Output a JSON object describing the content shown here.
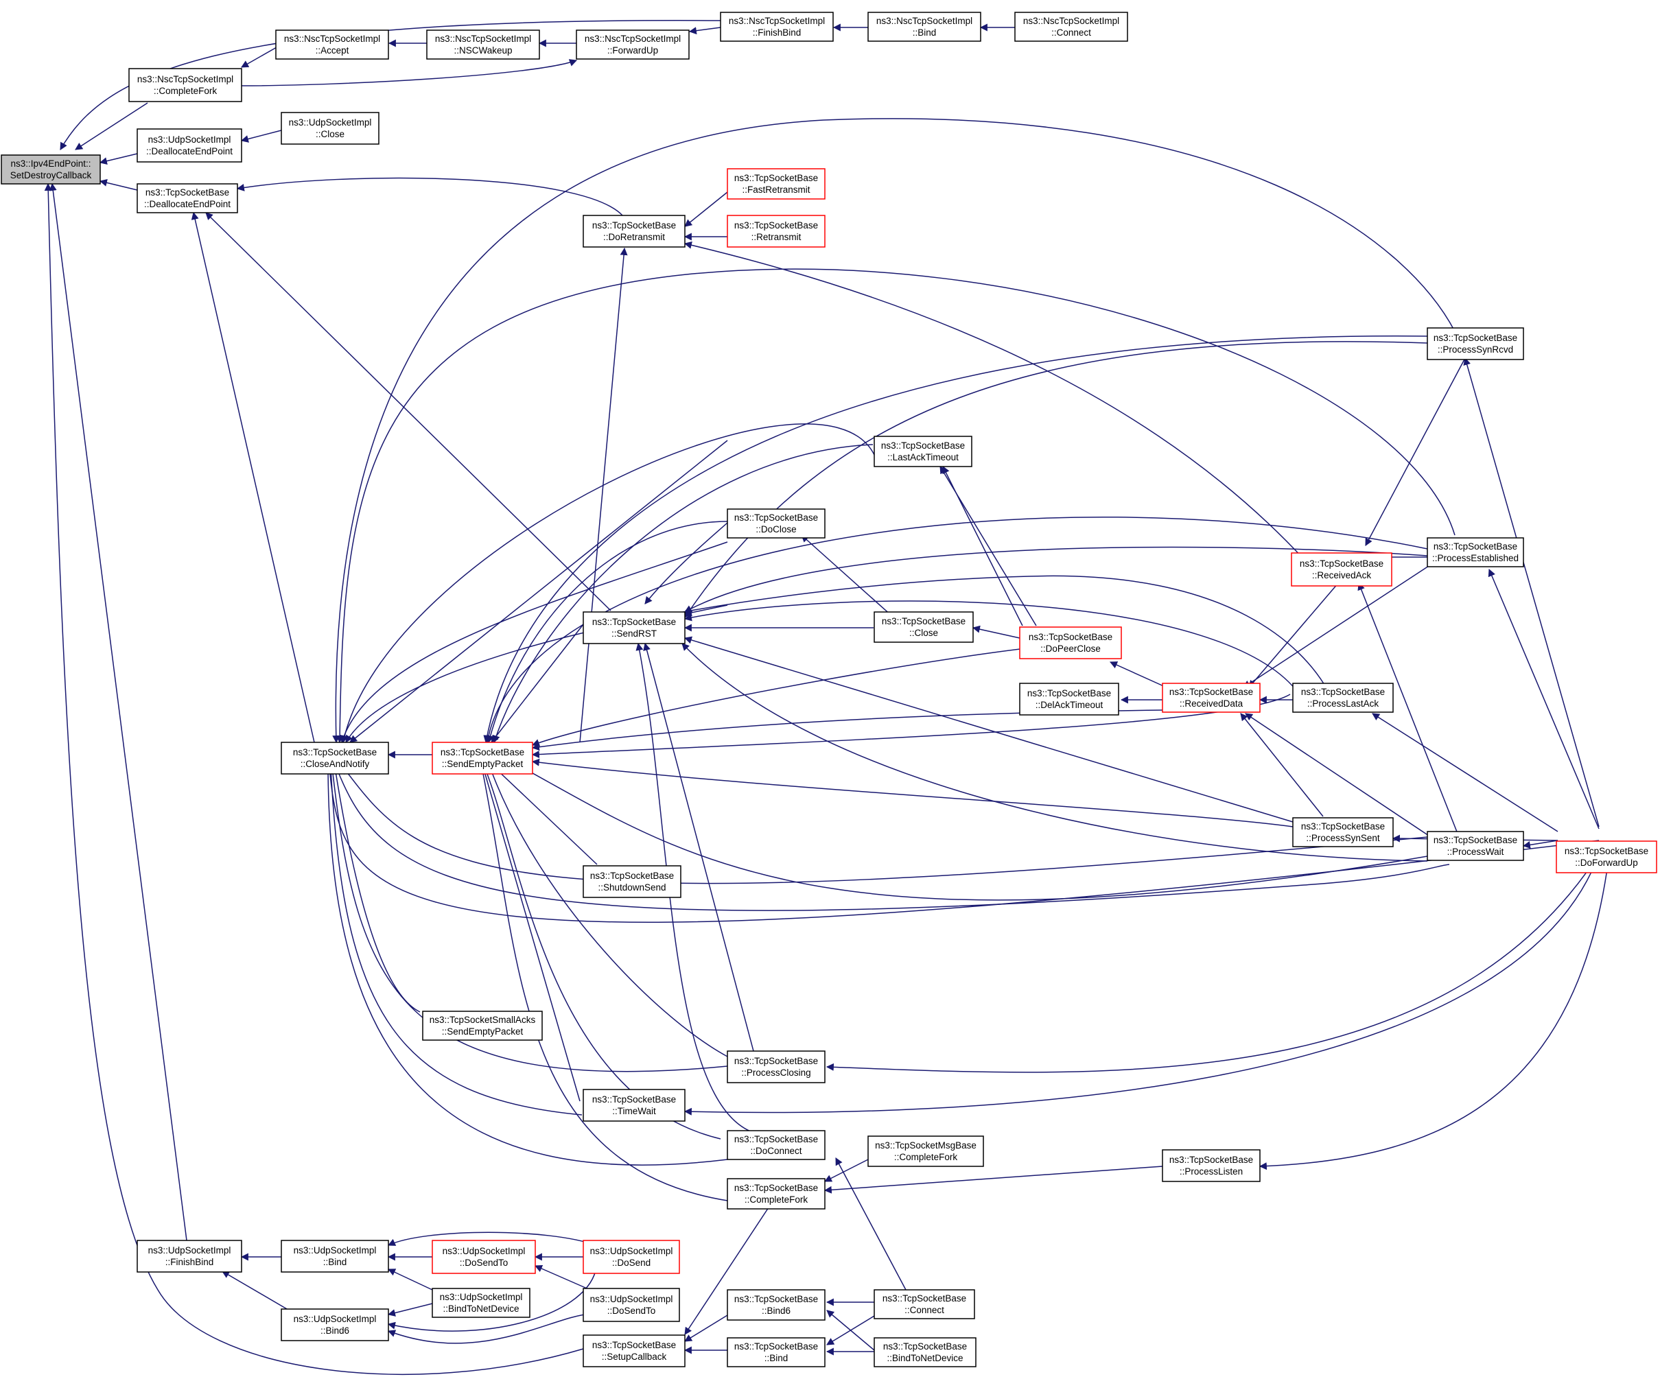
{
  "colors": {
    "edge": "#191970",
    "node_border": "#000000",
    "node_border_red": "#ff0000",
    "root_fill": "#bfbfbf",
    "node_fill": "#ffffff"
  },
  "nodes": {
    "root": {
      "line1": "ns3::Ipv4EndPoint::",
      "line2": "SetDestroyCallback"
    },
    "nsc_complete_fork": {
      "line1": "ns3::NscTcpSocketImpl",
      "line2": "::CompleteFork"
    },
    "udp_dealloc": {
      "line1": "ns3::UdpSocketImpl",
      "line2": "::DeallocateEndPoint"
    },
    "tcp_dealloc": {
      "line1": "ns3::TcpSocketBase",
      "line2": "::DeallocateEndPoint"
    },
    "close_and_notify": {
      "line1": "ns3::TcpSocketBase",
      "line2": "::CloseAndNotify"
    },
    "udp_finish_bind": {
      "line1": "ns3::UdpSocketImpl",
      "line2": "::FinishBind"
    },
    "nsc_accept": {
      "line1": "ns3::NscTcpSocketImpl",
      "line2": "::Accept"
    },
    "udp_close": {
      "line1": "ns3::UdpSocketImpl",
      "line2": "::Close"
    },
    "udp_bind": {
      "line1": "ns3::UdpSocketImpl",
      "line2": "::Bind"
    },
    "udp_bind6": {
      "line1": "ns3::UdpSocketImpl",
      "line2": "::Bind6"
    },
    "nsc_wakeup": {
      "line1": "ns3::NscTcpSocketImpl",
      "line2": "::NSCWakeup"
    },
    "send_empty_packet": {
      "line1": "ns3::TcpSocketBase",
      "line2": "::SendEmptyPacket"
    },
    "small_acks_send_empty": {
      "line1": "ns3::TcpSocketSmallAcks",
      "line2": "::SendEmptyPacket"
    },
    "udp_dosendto": {
      "line1": "ns3::UdpSocketImpl",
      "line2": "::DoSendTo"
    },
    "udp_bind_to_net_device": {
      "line1": "ns3::UdpSocketImpl",
      "line2": "::BindToNetDevice"
    },
    "nsc_forward_up": {
      "line1": "ns3::NscTcpSocketImpl",
      "line2": "::ForwardUp"
    },
    "do_retransmit": {
      "line1": "ns3::TcpSocketBase",
      "line2": "::DoRetransmit"
    },
    "send_rst": {
      "line1": "ns3::TcpSocketBase",
      "line2": "::SendRST"
    },
    "shutdown_send": {
      "line1": "ns3::TcpSocketBase",
      "line2": "::ShutdownSend"
    },
    "time_wait": {
      "line1": "ns3::TcpSocketBase",
      "line2": "::TimeWait"
    },
    "udp_dosend": {
      "line1": "ns3::UdpSocketImpl",
      "line2": "::DoSend"
    },
    "udp_dosendto2": {
      "line1": "ns3::UdpSocketImpl",
      "line2": "::DoSendTo"
    },
    "setup_callback": {
      "line1": "ns3::TcpSocketBase",
      "line2": "::SetupCallback"
    },
    "nsc_finish_bind": {
      "line1": "ns3::NscTcpSocketImpl",
      "line2": "::FinishBind"
    },
    "fast_retransmit": {
      "line1": "ns3::TcpSocketBase",
      "line2": "::FastRetransmit"
    },
    "retransmit": {
      "line1": "ns3::TcpSocketBase",
      "line2": "::Retransmit"
    },
    "do_close": {
      "line1": "ns3::TcpSocketBase",
      "line2": "::DoClose"
    },
    "process_closing": {
      "line1": "ns3::TcpSocketBase",
      "line2": "::ProcessClosing"
    },
    "do_connect": {
      "line1": "ns3::TcpSocketBase",
      "line2": "::DoConnect"
    },
    "complete_fork": {
      "line1": "ns3::TcpSocketBase",
      "line2": "::CompleteFork"
    },
    "tcp_bind6": {
      "line1": "ns3::TcpSocketBase",
      "line2": "::Bind6"
    },
    "tcp_bind": {
      "line1": "ns3::TcpSocketBase",
      "line2": "::Bind"
    },
    "nsc_bind": {
      "line1": "ns3::NscTcpSocketImpl",
      "line2": "::Bind"
    },
    "last_ack_timeout": {
      "line1": "ns3::TcpSocketBase",
      "line2": "::LastAckTimeout"
    },
    "tcp_close": {
      "line1": "ns3::TcpSocketBase",
      "line2": "::Close"
    },
    "msg_complete_fork": {
      "line1": "ns3::TcpSocketMsgBase",
      "line2": "::CompleteFork"
    },
    "tcp_connect": {
      "line1": "ns3::TcpSocketBase",
      "line2": "::Connect"
    },
    "tcp_bind_to_net_device": {
      "line1": "ns3::TcpSocketBase",
      "line2": "::BindToNetDevice"
    },
    "nsc_connect": {
      "line1": "ns3::NscTcpSocketImpl",
      "line2": "::Connect"
    },
    "do_peer_close": {
      "line1": "ns3::TcpSocketBase",
      "line2": "::DoPeerClose"
    },
    "del_ack_timeout": {
      "line1": "ns3::TcpSocketBase",
      "line2": "::DelAckTimeout"
    },
    "received_ack": {
      "line1": "ns3::TcpSocketBase",
      "line2": "::ReceivedAck"
    },
    "received_data": {
      "line1": "ns3::TcpSocketBase",
      "line2": "::ReceivedData"
    },
    "process_listen": {
      "line1": "ns3::TcpSocketBase",
      "line2": "::ProcessListen"
    },
    "process_syn_rcvd": {
      "line1": "ns3::TcpSocketBase",
      "line2": "::ProcessSynRcvd"
    },
    "process_established": {
      "line1": "ns3::TcpSocketBase",
      "line2": "::ProcessEstablished"
    },
    "process_last_ack": {
      "line1": "ns3::TcpSocketBase",
      "line2": "::ProcessLastAck"
    },
    "process_syn_sent": {
      "line1": "ns3::TcpSocketBase",
      "line2": "::ProcessSynSent"
    },
    "process_wait": {
      "line1": "ns3::TcpSocketBase",
      "line2": "::ProcessWait"
    },
    "do_forward_up": {
      "line1": "ns3::TcpSocketBase",
      "line2": "::DoForwardUp"
    }
  }
}
